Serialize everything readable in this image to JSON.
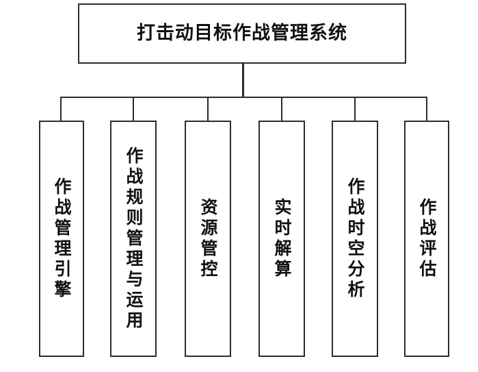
{
  "diagram": {
    "title": "打击动目标作战管理系统",
    "type": "organizational-hierarchy",
    "background_color": "#ffffff",
    "line_color": "#2b2b2b",
    "text_color": "#111111",
    "root": {
      "label": "打击动目标作战管理系统",
      "orientation": "horizontal"
    },
    "children": [
      {
        "label": "作战管理引擎",
        "orientation": "vertical"
      },
      {
        "label": "作战规则管理与运用",
        "orientation": "vertical"
      },
      {
        "label": "资源管控",
        "orientation": "vertical"
      },
      {
        "label": "实时解算",
        "orientation": "vertical"
      },
      {
        "label": "作战时空分析",
        "orientation": "vertical"
      },
      {
        "label": "作战评估",
        "orientation": "vertical"
      }
    ]
  }
}
